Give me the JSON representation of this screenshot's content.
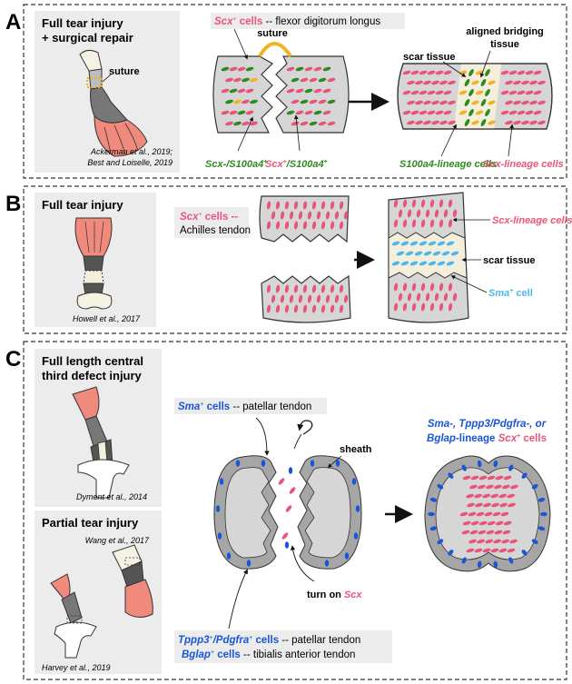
{
  "colors": {
    "pink": "#e8557a",
    "green": "#2e8b1f",
    "blue": "#1a55d6",
    "lightblue": "#4fb7ea",
    "gold": "#f0b323",
    "scar": "#f4eedc",
    "tissue": "#d6d6d6",
    "panelbg": "#ececec"
  },
  "panel_a": {
    "letter": "A",
    "injury_title_1": "Full tear injury",
    "injury_title_2": "+ surgical repair",
    "suture_label": "suture",
    "citation_1": "Ackerman et al., 2019;",
    "citation_2": "Best and Loiselle, 2019",
    "scx_cells": "Scx",
    "scx_cells_rest": " cells",
    "scx_tendon": " -- flexor digitorum longus",
    "suture_top": "suture",
    "scx_neg_label": "Scx-/S100a4",
    "scx_pos_label_a": "Scx",
    "scx_pos_label_b": "/S100a4",
    "scar_tissue": "scar tissue",
    "aligned_1": "aligned bridging",
    "aligned_2": "tissue",
    "s100a4_lineage": "S100a4-lineage cells",
    "scx_lineage": "Scx-lineage cells"
  },
  "panel_b": {
    "letter": "B",
    "injury_title": "Full tear injury",
    "citation": "Howell et al., 2017",
    "scx_cells": "Scx",
    "scx_cells_rest": " cells --",
    "tendon": "Achilles tendon",
    "scx_lineage": "Scx-lineage cells",
    "scar_tissue": "scar tissue",
    "sma_cell": "Sma",
    "sma_cell_rest": " cell"
  },
  "panel_c": {
    "letter": "C",
    "injury_title_1": "Full length central",
    "injury_title_2": "third defect injury",
    "citation_1": "Dyment et al., 2014",
    "partial_title": "Partial tear injury",
    "citation_2": "Wang et al., 2017",
    "citation_3": "Harvey et al., 2019",
    "sma_cells": "Sma",
    "sma_cells_rest": " cells",
    "sma_tendon": " -- patellar tendon",
    "sheath": "sheath",
    "turn_on": "turn on ",
    "turn_on_gene": "Scx",
    "tppp3_cells": "Tppp3",
    "pdgfra_cells": "/Pdgfra",
    "tppp3_rest": " cells",
    "tppp3_tendon": " -- patellar tendon",
    "bglap_cells": "Bglap",
    "bglap_rest": " cells",
    "bglap_tendon": " -- tibialis anterior tendon",
    "lineage_1": "Sma-, Tppp3/Pdgfra-, or",
    "lineage_2a": "Bglap",
    "lineage_2b": "-lineage ",
    "lineage_2c": "Scx",
    "lineage_2d": " cells"
  }
}
